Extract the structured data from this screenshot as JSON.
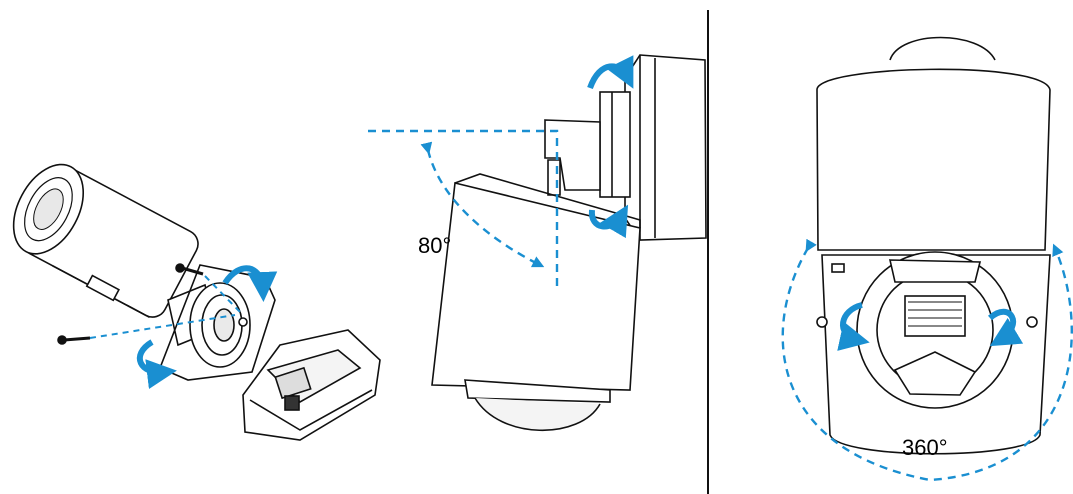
{
  "labels": {
    "tilt_angle": "80°",
    "rotation_angle": "360°"
  },
  "colors": {
    "line": "#111111",
    "accent": "#1a8fd1",
    "background": "#ffffff"
  },
  "panels": [
    {
      "name": "mounting-screws-and-base"
    },
    {
      "name": "tilt-adjustment"
    },
    {
      "name": "rotation-adjustment"
    }
  ]
}
